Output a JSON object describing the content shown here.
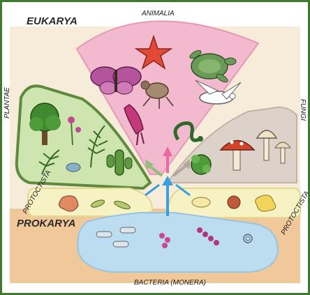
{
  "domains": {
    "eukarya": "EUKARYA",
    "prokarya": "PROKARYA"
  },
  "kingdoms": {
    "animalia": "ANIMALIA",
    "plantae": "PLANTAE",
    "fungi": "FUNGI",
    "protoctista_left": "PROTOCTISTA",
    "protoctista_right": "PROTOCTISTA",
    "bacteria": "BACTERIA (MONERA)"
  },
  "colors": {
    "frame": "#3e7a2e",
    "eukarya_panel": "#f6ecd9",
    "prokarya_panel": "#f0c89a",
    "animalia_fill": "#f3b9cf",
    "plantae_fill": "#cfe5b0",
    "plantae_outline": "#5d8a3c",
    "fungi_fill": "#dcd2ca",
    "protoctista_fill": "#f7f2c4",
    "bacteria_fill": "#bcdcf0",
    "arrow_animalia": "#e86aa0",
    "arrow_plantae": "#8fbf7a",
    "arrow_fungi": "#b5a79b",
    "arrow_bacteria": "#3a9fe0"
  },
  "icons": [
    "starfish-icon",
    "turtle-icon",
    "butterfly-icon",
    "insect-icon",
    "dove-icon",
    "squid-icon",
    "snake-icon",
    "tree-icon",
    "flower-icon",
    "fern-icon",
    "cactus-icon",
    "mushroom-icon",
    "moss-icon",
    "seaweed-icon",
    "amoeba-icon",
    "bacteria-rods-icon",
    "bacteria-cocci-icon"
  ]
}
